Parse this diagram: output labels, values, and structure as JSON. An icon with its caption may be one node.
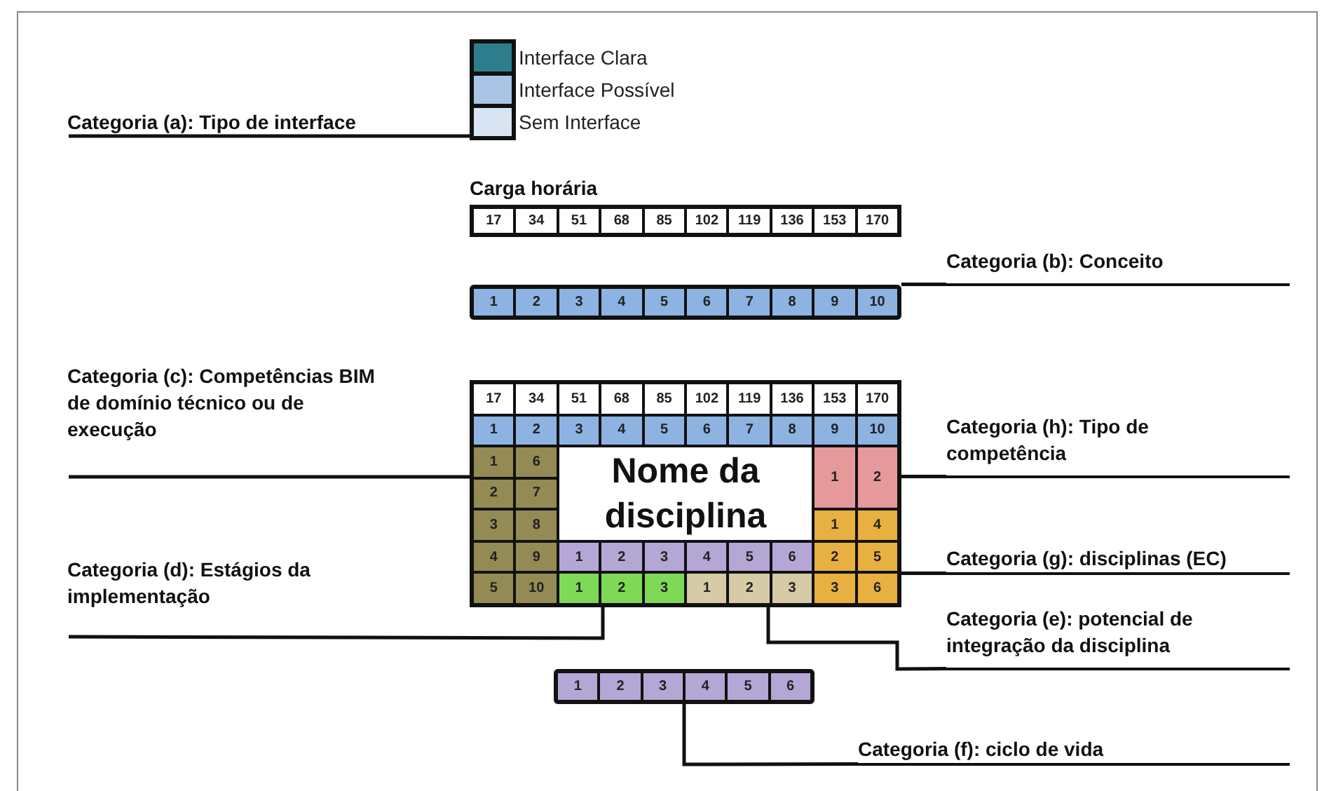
{
  "diagram": {
    "nodes": [
      {
        "text": [
          "Categoria (a): Tipo de interface"
        ]
      },
      {
        "text": [],
        "shape": "box"
      },
      {
        "text": [
          "Carga horária"
        ]
      },
      {
        "text": [
          "Categoria (b): Conceito"
        ]
      },
      {
        "text": [],
        "shape": "bar"
      },
      {
        "text": [
          "Categoria (c): Competências BIM de domínio técnico ou de execução"
        ]
      },
      {
        "text": [],
        "shape": "box"
      },
      {
        "text": [
          "Categoria (h): Tipo de competência"
        ]
      },
      {
        "text": [
          "Categoria (g): disciplinas (EC)"
        ]
      },
      {
        "text": [
          "Categoria (d): Estágios da implementação"
        ]
      },
      {
        "text": [
          "Categoria (e): potencial de integração da disciplina"
        ]
      },
      {
        "text": [
          "Nome da disciplina"
        ],
        "in": 6
      },
      {
        "text": [],
        "shape": "bar"
      },
      {
        "text": [
          "Categoria (f): ciclo de vida"
        ]
      }
    ],
    "edges": [
      {
        "from": 0,
        "to": 1,
        "arrow": "none"
      },
      {
        "from": 3,
        "to": 4,
        "arrow": "none"
      },
      {
        "from": 5,
        "to": 6,
        "arrow": "none"
      },
      {
        "from": 7,
        "to": 6,
        "arrow": "none"
      },
      {
        "from": 8,
        "to": 6,
        "arrow": "none"
      },
      {
        "from": 9,
        "to": 6,
        "arrow": "none"
      },
      {
        "from": 10,
        "to": 6,
        "arrow": "none"
      },
      {
        "from": 13,
        "to": 12,
        "arrow": "none"
      }
    ],
    "labels": [
      "17",
      "34",
      "51",
      "68",
      "85",
      "102",
      "119",
      "136",
      "153",
      "170",
      "1",
      "2",
      "3",
      "4",
      "5",
      "6",
      "7",
      "8",
      "9",
      "10",
      "17",
      "34",
      "51",
      "68",
      "85",
      "102",
      "119",
      "136",
      "153",
      "170",
      "1",
      "2",
      "3",
      "4",
      "5",
      "6",
      "7",
      "8",
      "9",
      "10",
      "1",
      "2",
      "3",
      "4",
      "5",
      "6",
      "7",
      "8",
      "9",
      "10",
      "1",
      "2",
      "1",
      "2",
      "3",
      "4",
      "5",
      "6",
      "1",
      "2",
      "3",
      "4",
      "5",
      "6",
      "1",
      "2",
      "3",
      "1",
      "2",
      "3",
      "1",
      "2",
      "3",
      "4",
      "5",
      "6"
    ],
    "legend": [
      {
        "text": "Interface Clara",
        "color": "#2e7d8c"
      },
      {
        "text": "Interface Possível",
        "color": "#a9c4e4"
      },
      {
        "text": "Sem Interface",
        "color": "#d9e4f2"
      }
    ]
  }
}
